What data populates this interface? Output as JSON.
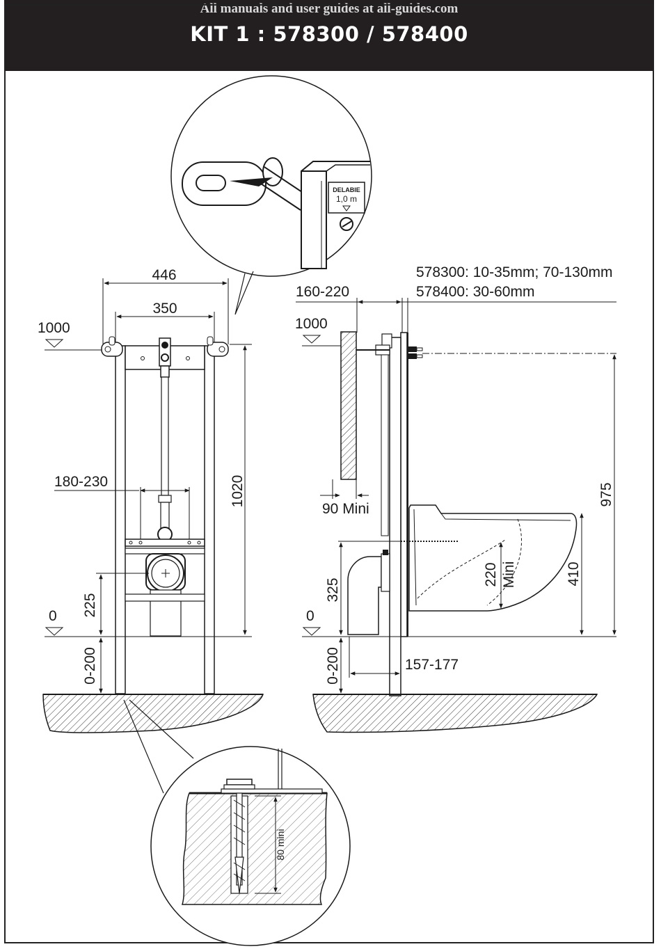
{
  "header": {
    "site_note": "All manuals and user guides at all-guides.com",
    "title": "KIT 1 : 578300 / 578400"
  },
  "front_view": {
    "dims": {
      "width_outer": "446",
      "width_inner": "350",
      "level_top": "1000",
      "level_zero": "0",
      "pipe_spacing": "180-230",
      "height": "1020",
      "outlet_height": "225",
      "foot_range": "0-200"
    }
  },
  "side_view": {
    "dims": {
      "depth_range": "160-220",
      "level_top": "1000",
      "level_zero": "0",
      "wall_min": "90 Mini",
      "height_total": "975",
      "bowl_height": "410",
      "outlet_height": "325",
      "spacing_min": "220",
      "spacing_min_unit": "Mini",
      "foot_range": "0-200",
      "outlet_offset": "157-177"
    },
    "model_notes": [
      "578300: 10-35mm; 70-130mm",
      "578400: 30-60mm"
    ]
  },
  "detail_top": {
    "label_brand": "DELABIE",
    "label_level": "1,0 m"
  },
  "detail_bottom": {
    "anchor_depth": "80 mini"
  },
  "colors": {
    "header_bg": "#231f20",
    "line": "#1a1a1a"
  }
}
